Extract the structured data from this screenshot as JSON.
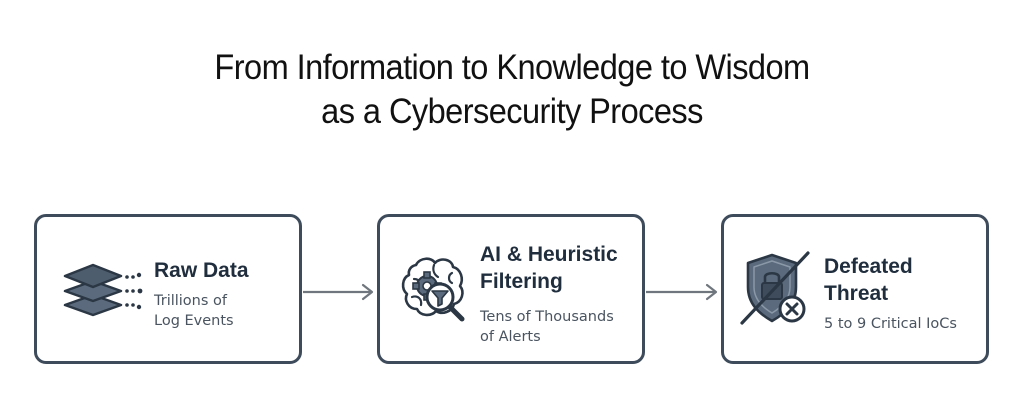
{
  "title": {
    "line1": "From Information to Knowledge to Wisdom",
    "line2": "as a Cybersecurity Process"
  },
  "stages": [
    {
      "title": "Raw Data",
      "subtitle_lines": [
        "Trillions of",
        "Log Events"
      ],
      "icon": "stacked-layers-icon"
    },
    {
      "title_lines": [
        "AI & Heuristic",
        "Filtering"
      ],
      "subtitle_lines": [
        "Tens of Thousands",
        "of Alerts"
      ],
      "icon": "brain-filter-magnifier-icon"
    },
    {
      "title_lines": [
        "Defeated",
        "Threat"
      ],
      "subtitle": "5 to 9 Critical IoCs",
      "icon": "crossed-shield-icon"
    }
  ],
  "colors": {
    "border": "#3d4b5b",
    "icon_fill": "#5b6b7d",
    "arrow": "#6f767d"
  }
}
